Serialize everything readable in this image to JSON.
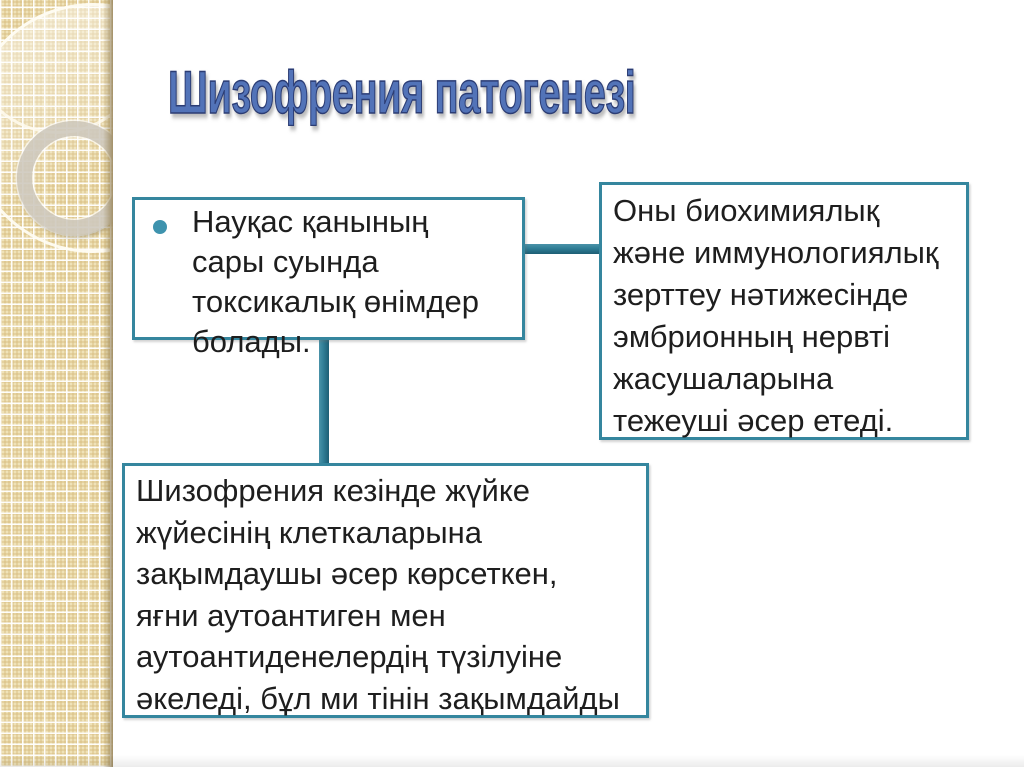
{
  "slide": {
    "title": "Шизофрения патогенезі",
    "title_color": "#5273b8",
    "accent_teal": "#35869e",
    "connector_color": "#2f7d95",
    "bullet_color": "#3e93ae",
    "strip_base_color": "#efe2b8",
    "text_color": "#1e1e1e",
    "box1": {
      "bullet_icon": "dot-bullet",
      "lines": [
        " Науқас қанының",
        "сары суында",
        "токсикалық өнімдер",
        "болады."
      ]
    },
    "box2": {
      "lines": [
        "Оны биохимиялық",
        "және иммунологиялық",
        "зерттеу нәтижесінде",
        "эмбрионның нервті",
        "жасушаларына",
        "тежеуші әсер етеді."
      ]
    },
    "box3": {
      "lines": [
        "Шизофрения кезінде жүйке",
        "жүйесінің клеткаларына",
        "зақымдаушы әсер көрсеткен,",
        "яғни аутоантиген мен",
        "аутоантиденелердің түзілуіне",
        "әкеледі, бұл ми тінін зақымдайды"
      ]
    }
  }
}
